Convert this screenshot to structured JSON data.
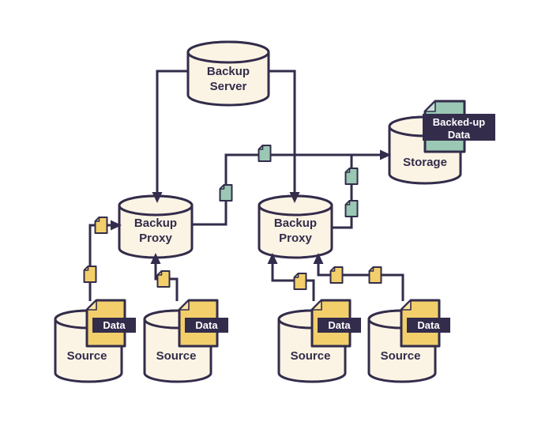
{
  "colors": {
    "background": "#FFFFFF",
    "outline": "#332C4B",
    "node_fill": "#FBF4E4",
    "source_file_fill": "#F2CF6B",
    "source_file_fold": "#F8E5A4",
    "backup_file_fill": "#9AC8B4",
    "backup_file_fold": "#C7E0D4",
    "badge_bg": "#332C4B",
    "badge_text": "#FFFFFF"
  },
  "icons": {
    "source_data_file": "yellow-document-icon",
    "backup_data_file": "teal-document-icon",
    "node_shape": "database-cylinder"
  },
  "nodes": {
    "server": {
      "line1": "Backup",
      "line2": "Server"
    },
    "proxy_left": {
      "line1": "Backup",
      "line2": "Proxy"
    },
    "proxy_right": {
      "line1": "Backup",
      "line2": "Proxy"
    },
    "storage": {
      "label": "Storage"
    },
    "source1": {
      "label": "Source"
    },
    "source2": {
      "label": "Source"
    },
    "source3": {
      "label": "Source"
    },
    "source4": {
      "label": "Source"
    }
  },
  "badges": {
    "backed_up": {
      "line1": "Backed-up",
      "line2": "Data"
    },
    "data1": {
      "label": "Data"
    },
    "data2": {
      "label": "Data"
    },
    "data3": {
      "label": "Data"
    },
    "data4": {
      "label": "Data"
    }
  }
}
